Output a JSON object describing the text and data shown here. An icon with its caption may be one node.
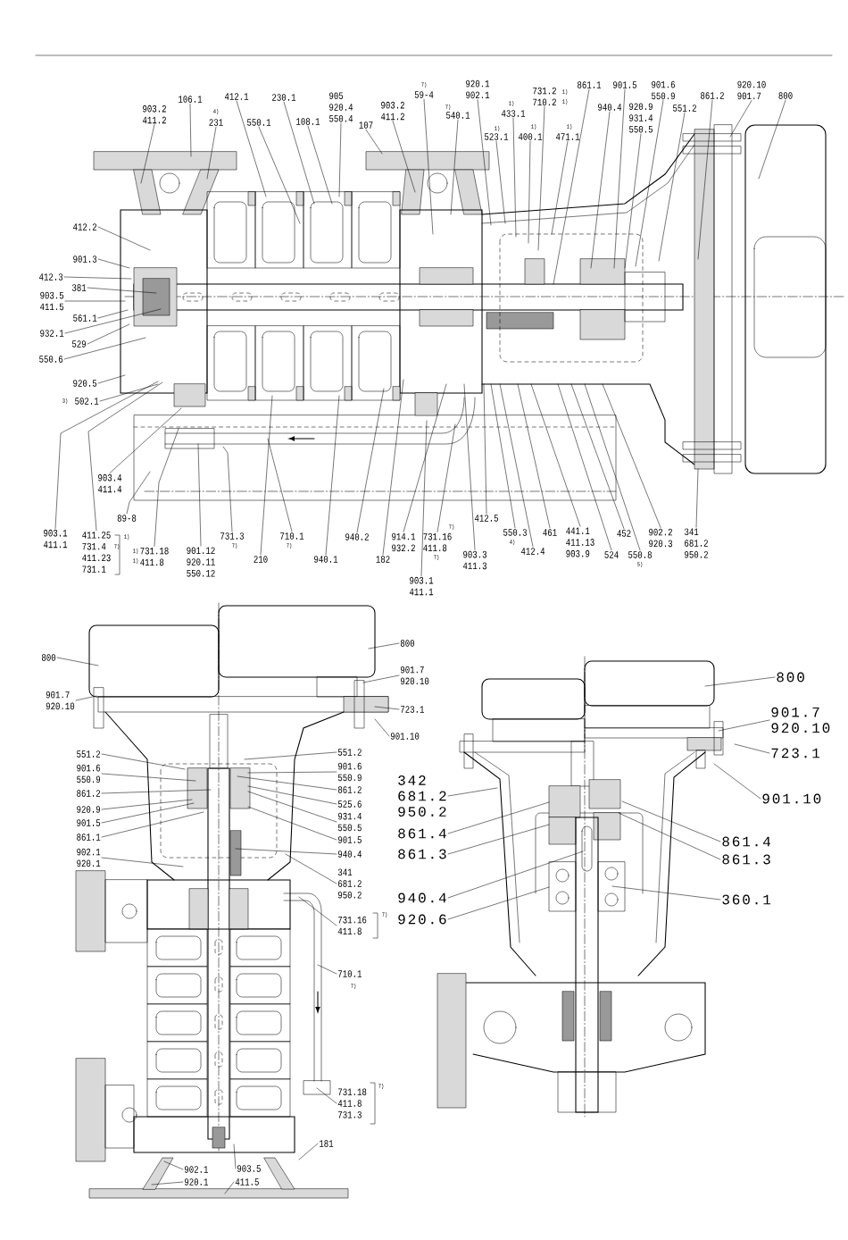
{
  "diagram": {
    "nodes": [
      {
        "text": [
          "903.2",
          "411.2"
        ]
      },
      {
        "text": [
          "106.1"
        ]
      },
      {
        "text": [
          "231"
        ],
        "beside": [
          "4)"
        ]
      },
      {
        "text": [
          "412.1"
        ]
      },
      {
        "text": [
          "550.1"
        ]
      },
      {
        "text": [
          "230.1"
        ]
      },
      {
        "text": [
          "108.1"
        ]
      },
      {
        "text": [
          "905",
          "920.4",
          "550.4"
        ]
      },
      {
        "text": [
          "107"
        ]
      },
      {
        "text": [
          "903.2",
          "411.2"
        ]
      },
      {
        "text": [
          "59-4"
        ],
        "beside": [
          "7)"
        ]
      },
      {
        "text": [
          "540.1"
        ],
        "beside": [
          "7)"
        ]
      },
      {
        "text": [
          "920.1",
          "902.1"
        ]
      },
      {
        "text": [
          "523.1"
        ],
        "beside": [
          "1)"
        ]
      },
      {
        "text": [
          "433.1"
        ],
        "beside": [
          "1)"
        ]
      },
      {
        "text": [
          "400.1"
        ],
        "beside": [
          "1)"
        ]
      },
      {
        "text": [
          "731.2",
          "710.2"
        ],
        "beside": [
          "1)",
          "1)"
        ]
      },
      {
        "text": [
          "471.1"
        ],
        "beside": [
          "1)"
        ]
      },
      {
        "text": [
          "861.1"
        ]
      },
      {
        "text": [
          "901.5"
        ]
      },
      {
        "text": [
          "940.4"
        ]
      },
      {
        "text": [
          "920.9",
          "931.4",
          "550.5"
        ]
      },
      {
        "text": [
          "901.6",
          "550.9"
        ]
      },
      {
        "text": [
          "551.2"
        ]
      },
      {
        "text": [
          "861.2"
        ]
      },
      {
        "text": [
          "920.10",
          "901.7"
        ]
      },
      {
        "text": [
          "800"
        ]
      },
      {
        "text": [
          "412.2"
        ]
      },
      {
        "text": [
          "901.3"
        ]
      },
      {
        "text": [
          "412.3"
        ]
      },
      {
        "text": [
          "381"
        ]
      },
      {
        "text": [
          "903.5",
          "411.5"
        ]
      },
      {
        "text": [
          "561.1"
        ]
      },
      {
        "text": [
          "932.1"
        ]
      },
      {
        "text": [
          "529"
        ]
      },
      {
        "text": [
          "550.6"
        ]
      },
      {
        "text": [
          "920.5"
        ]
      },
      {
        "text": [
          "502.1"
        ],
        "beside": [
          "3)"
        ]
      },
      {
        "text": [
          "903.1",
          "411.1"
        ]
      },
      {
        "text": [
          "411.25",
          "731.4",
          "411.23",
          "731.1"
        ],
        "beside": [
          "1)",
          "7)"
        ]
      },
      {
        "text": [
          "903.4",
          "411.4"
        ]
      },
      {
        "text": [
          "89-8"
        ]
      },
      {
        "text": [
          "731.18",
          "411.8"
        ],
        "beside": [
          "1)",
          "1)"
        ]
      },
      {
        "text": [
          "901.12",
          "920.11",
          "550.12"
        ]
      },
      {
        "text": [
          "731.3"
        ],
        "beside": [
          "7)"
        ]
      },
      {
        "text": [
          "710.1"
        ],
        "beside": [
          "7)"
        ]
      },
      {
        "text": [
          "210"
        ]
      },
      {
        "text": [
          "940.1"
        ]
      },
      {
        "text": [
          "940.2"
        ]
      },
      {
        "text": [
          "182"
        ]
      },
      {
        "text": [
          "914.1",
          "932.2"
        ]
      },
      {
        "text": [
          "731.16",
          "411.8"
        ],
        "beside": [
          "7)",
          "7)"
        ]
      },
      {
        "text": [
          "903.1",
          "411.1"
        ]
      },
      {
        "text": [
          "903.3",
          "411.3"
        ]
      },
      {
        "text": [
          "412.5"
        ]
      },
      {
        "text": [
          "550.3"
        ],
        "beside": [
          "4)"
        ]
      },
      {
        "text": [
          "412.4"
        ]
      },
      {
        "text": [
          "461"
        ]
      },
      {
        "text": [
          "441.1",
          "411.13",
          "903.9"
        ]
      },
      {
        "text": [
          "524"
        ]
      },
      {
        "text": [
          "452"
        ]
      },
      {
        "text": [
          "550.8"
        ],
        "beside": [
          "5)"
        ]
      },
      {
        "text": [
          "902.2",
          "920.3"
        ]
      },
      {
        "text": [
          "341",
          "681.2",
          "950.2"
        ]
      },
      {
        "text": [
          "800"
        ]
      },
      {
        "text": [
          "800"
        ]
      },
      {
        "text": [
          "901.7",
          "920.10"
        ]
      },
      {
        "text": [
          "901.7",
          "920.10"
        ]
      },
      {
        "text": [
          "723.1"
        ]
      },
      {
        "text": [
          "901.10"
        ]
      },
      {
        "text": [
          "551.2"
        ]
      },
      {
        "text": [
          "551.2"
        ]
      },
      {
        "text": [
          "901.6",
          "550.9"
        ]
      },
      {
        "text": [
          "901.6",
          "550.9"
        ]
      },
      {
        "text": [
          "861.2"
        ]
      },
      {
        "text": [
          "861.2"
        ]
      },
      {
        "text": [
          "525.6"
        ]
      },
      {
        "text": [
          "920.9"
        ]
      },
      {
        "text": [
          "931.4",
          "550.5"
        ]
      },
      {
        "text": [
          "901.5"
        ]
      },
      {
        "text": [
          "861.1"
        ]
      },
      {
        "text": [
          "901.5"
        ]
      },
      {
        "text": [
          "940.4"
        ]
      },
      {
        "text": [
          "902.1",
          "920.1"
        ]
      },
      {
        "text": [
          "341",
          "681.2",
          "950.2"
        ]
      },
      {
        "text": [
          "731.16",
          "411.8"
        ],
        "beside": [
          "7)"
        ]
      },
      {
        "text": [
          "710.1"
        ],
        "beside": [
          "7)"
        ]
      },
      {
        "text": [
          "731.18",
          "411.8",
          "731.3"
        ],
        "beside": [
          "7)"
        ]
      },
      {
        "text": [
          "181"
        ]
      },
      {
        "text": [
          "902.1"
        ]
      },
      {
        "text": [
          "903.5"
        ]
      },
      {
        "text": [
          "920.1"
        ]
      },
      {
        "text": [
          "411.5"
        ]
      },
      {
        "text": [
          "800"
        ]
      },
      {
        "text": [
          "901.7",
          "920.10"
        ]
      },
      {
        "text": [
          "723.1"
        ]
      },
      {
        "text": [
          "901.10"
        ]
      },
      {
        "text": [
          "342",
          "681.2",
          "950.2"
        ]
      },
      {
        "text": [
          "861.4"
        ]
      },
      {
        "text": [
          "861.3"
        ]
      },
      {
        "text": [
          "940.4"
        ]
      },
      {
        "text": [
          "920.6"
        ]
      },
      {
        "text": [
          "861.4"
        ]
      },
      {
        "text": [
          "861.3"
        ]
      },
      {
        "text": [
          "360.1"
        ]
      }
    ],
    "edges": [
      {
        "from": 0,
        "to": null,
        "arrow": "none"
      },
      {
        "from": 1,
        "to": null,
        "arrow": "none"
      },
      {
        "from": 2,
        "to": null,
        "arrow": "none"
      },
      {
        "from": 3,
        "to": null,
        "arrow": "none"
      },
      {
        "from": 4,
        "to": null,
        "arrow": "none"
      },
      {
        "from": 5,
        "to": null,
        "arrow": "none"
      },
      {
        "from": 6,
        "to": null,
        "arrow": "none"
      },
      {
        "from": 7,
        "to": null,
        "arrow": "none"
      },
      {
        "from": 8,
        "to": null,
        "arrow": "none"
      },
      {
        "from": 9,
        "to": null,
        "arrow": "none"
      },
      {
        "from": 10,
        "to": null,
        "arrow": "none"
      },
      {
        "from": 11,
        "to": null,
        "arrow": "none"
      },
      {
        "from": 12,
        "to": null,
        "arrow": "none"
      },
      {
        "from": 13,
        "to": null,
        "arrow": "none"
      },
      {
        "from": 14,
        "to": null,
        "arrow": "none"
      },
      {
        "from": 15,
        "to": null,
        "arrow": "none"
      },
      {
        "from": 16,
        "to": null,
        "arrow": "none"
      },
      {
        "from": 17,
        "to": null,
        "arrow": "none"
      },
      {
        "from": 18,
        "to": null,
        "arrow": "none"
      },
      {
        "from": 19,
        "to": null,
        "arrow": "none"
      },
      {
        "from": 20,
        "to": null,
        "arrow": "none"
      },
      {
        "from": 21,
        "to": null,
        "arrow": "none"
      },
      {
        "from": 22,
        "to": null,
        "arrow": "none"
      },
      {
        "from": 23,
        "to": null,
        "arrow": "none"
      },
      {
        "from": 24,
        "to": null,
        "arrow": "none"
      },
      {
        "from": 25,
        "to": null,
        "arrow": "none"
      },
      {
        "from": 26,
        "to": null,
        "arrow": "none"
      },
      {
        "from": 27,
        "to": null,
        "arrow": "none"
      },
      {
        "from": 28,
        "to": null,
        "arrow": "none"
      },
      {
        "from": 29,
        "to": null,
        "arrow": "none"
      },
      {
        "from": 30,
        "to": null,
        "arrow": "none"
      },
      {
        "from": 31,
        "to": null,
        "arrow": "none"
      },
      {
        "from": 32,
        "to": null,
        "arrow": "none"
      },
      {
        "from": 33,
        "to": null,
        "arrow": "none"
      },
      {
        "from": 34,
        "to": null,
        "arrow": "none"
      },
      {
        "from": 35,
        "to": null,
        "arrow": "none"
      },
      {
        "from": 36,
        "to": null,
        "arrow": "none"
      },
      {
        "from": 37,
        "to": null,
        "arrow": "none"
      },
      {
        "from": 38,
        "to": null,
        "arrow": "none"
      },
      {
        "from": 39,
        "to": null,
        "arrow": "none"
      },
      {
        "from": 40,
        "to": null,
        "arrow": "none"
      },
      {
        "from": 41,
        "to": null,
        "arrow": "none"
      },
      {
        "from": 42,
        "to": null,
        "arrow": "none"
      },
      {
        "from": 43,
        "to": null,
        "arrow": "none"
      },
      {
        "from": 44,
        "to": null,
        "arrow": "none"
      },
      {
        "from": 45,
        "to": null,
        "arrow": "none"
      },
      {
        "from": 46,
        "to": null,
        "arrow": "none"
      },
      {
        "from": 47,
        "to": null,
        "arrow": "none"
      },
      {
        "from": 48,
        "to": null,
        "arrow": "none"
      },
      {
        "from": 49,
        "to": null,
        "arrow": "none"
      },
      {
        "from": 50,
        "to": null,
        "arrow": "none"
      },
      {
        "from": 51,
        "to": null,
        "arrow": "none"
      },
      {
        "from": 52,
        "to": null,
        "arrow": "none"
      },
      {
        "from": 53,
        "to": null,
        "arrow": "none"
      },
      {
        "from": 54,
        "to": null,
        "arrow": "none"
      },
      {
        "from": 55,
        "to": null,
        "arrow": "none"
      },
      {
        "from": 56,
        "to": null,
        "arrow": "none"
      },
      {
        "from": 57,
        "to": null,
        "arrow": "none"
      },
      {
        "from": 58,
        "to": null,
        "arrow": "none"
      },
      {
        "from": 59,
        "to": null,
        "arrow": "none"
      },
      {
        "from": 60,
        "to": null,
        "arrow": "none"
      },
      {
        "from": 61,
        "to": null,
        "arrow": "none"
      },
      {
        "from": 62,
        "to": null,
        "arrow": "none"
      },
      {
        "from": 63,
        "to": null,
        "arrow": "none"
      },
      {
        "from": 64,
        "to": null,
        "arrow": "none"
      },
      {
        "from": 65,
        "to": null,
        "arrow": "none"
      },
      {
        "from": 66,
        "to": null,
        "arrow": "none"
      },
      {
        "from": 67,
        "to": null,
        "arrow": "none"
      },
      {
        "from": 68,
        "to": null,
        "arrow": "none"
      },
      {
        "from": 69,
        "to": null,
        "arrow": "none"
      },
      {
        "from": 70,
        "to": null,
        "arrow": "none"
      },
      {
        "from": 71,
        "to": null,
        "arrow": "none"
      },
      {
        "from": 72,
        "to": null,
        "arrow": "none"
      },
      {
        "from": 73,
        "to": null,
        "arrow": "none"
      },
      {
        "from": 74,
        "to": null,
        "arrow": "none"
      },
      {
        "from": 75,
        "to": null,
        "arrow": "none"
      },
      {
        "from": 76,
        "to": null,
        "arrow": "none"
      },
      {
        "from": 77,
        "to": null,
        "arrow": "none"
      },
      {
        "from": 78,
        "to": null,
        "arrow": "none"
      },
      {
        "from": 79,
        "to": null,
        "arrow": "none"
      },
      {
        "from": 80,
        "to": null,
        "arrow": "none"
      },
      {
        "from": 81,
        "to": null,
        "arrow": "none"
      },
      {
        "from": 82,
        "to": null,
        "arrow": "none"
      },
      {
        "from": 83,
        "to": null,
        "arrow": "none"
      },
      {
        "from": 84,
        "to": null,
        "arrow": "none"
      },
      {
        "from": 85,
        "to": null,
        "arrow": "none"
      },
      {
        "from": 86,
        "to": null,
        "arrow": "none"
      },
      {
        "from": 87,
        "to": null,
        "arrow": "none"
      },
      {
        "from": 88,
        "to": null,
        "arrow": "none"
      },
      {
        "from": 89,
        "to": null,
        "arrow": "none"
      },
      {
        "from": 90,
        "to": null,
        "arrow": "none"
      },
      {
        "from": 91,
        "to": null,
        "arrow": "none"
      },
      {
        "from": 92,
        "to": null,
        "arrow": "none"
      },
      {
        "from": 93,
        "to": null,
        "arrow": "none"
      },
      {
        "from": 94,
        "to": null,
        "arrow": "none"
      },
      {
        "from": 95,
        "to": null,
        "arrow": "none"
      },
      {
        "from": 96,
        "to": null,
        "arrow": "none"
      },
      {
        "from": 97,
        "to": null,
        "arrow": "none"
      },
      {
        "from": 98,
        "to": null,
        "arrow": "none"
      },
      {
        "from": 99,
        "to": null,
        "arrow": "none"
      },
      {
        "from": 100,
        "to": null,
        "arrow": "none"
      },
      {
        "from": 101,
        "to": null,
        "arrow": "none"
      },
      {
        "from": 102,
        "to": null,
        "arrow": "none"
      },
      {
        "from": 103,
        "to": null,
        "arrow": "none"
      },
      {
        "from": 104,
        "to": null,
        "arrow": "none"
      }
    ]
  }
}
